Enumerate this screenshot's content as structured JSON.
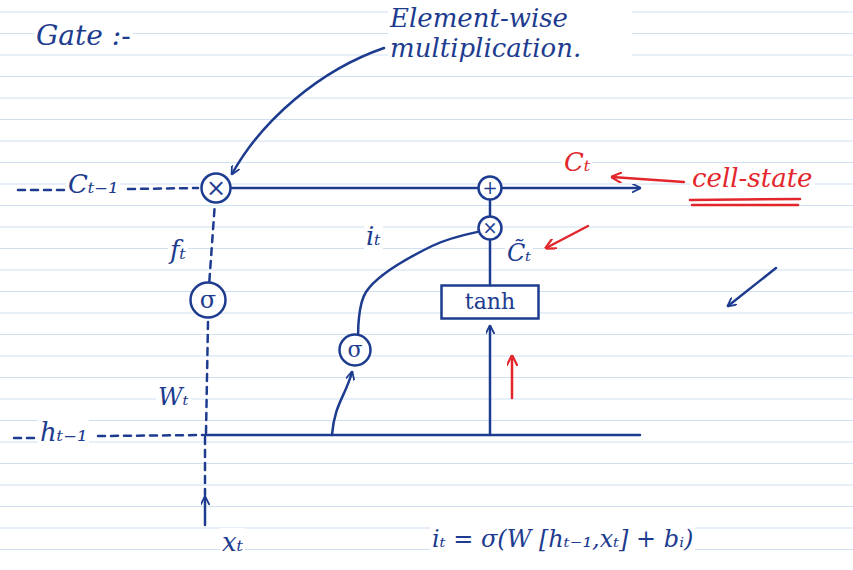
{
  "diagram": {
    "title": "Gate :-",
    "nodes": [
      {
        "text": [
          "×"
        ]
      },
      {
        "text": [
          "+"
        ]
      },
      {
        "text": [
          "×"
        ]
      },
      {
        "text": [
          "σ"
        ]
      },
      {
        "text": [
          "tanh"
        ]
      },
      {
        "text": [
          "σ"
        ]
      }
    ],
    "edges": [
      {
        "from": 3,
        "to": 0,
        "arrow": "none",
        "label": "fₜ"
      },
      {
        "from": 5,
        "to": 2,
        "arrow": "none",
        "label": "iₜ"
      },
      {
        "from": 4,
        "to": 2,
        "arrow": "none"
      },
      {
        "from": 2,
        "to": 1,
        "arrow": "none"
      },
      {
        "from": 0,
        "to": 1,
        "arrow": "none"
      }
    ],
    "labels": [
      "Element-wise multiplication.",
      "Cₜ₋₁",
      "Cₜ",
      "cell-state",
      "C̃ₜ",
      "hₜ₋₁",
      "Wₜ",
      "xₜ",
      "iₜ = σ(W [hₜ₋₁,xₜ] + bᵢ)"
    ]
  }
}
